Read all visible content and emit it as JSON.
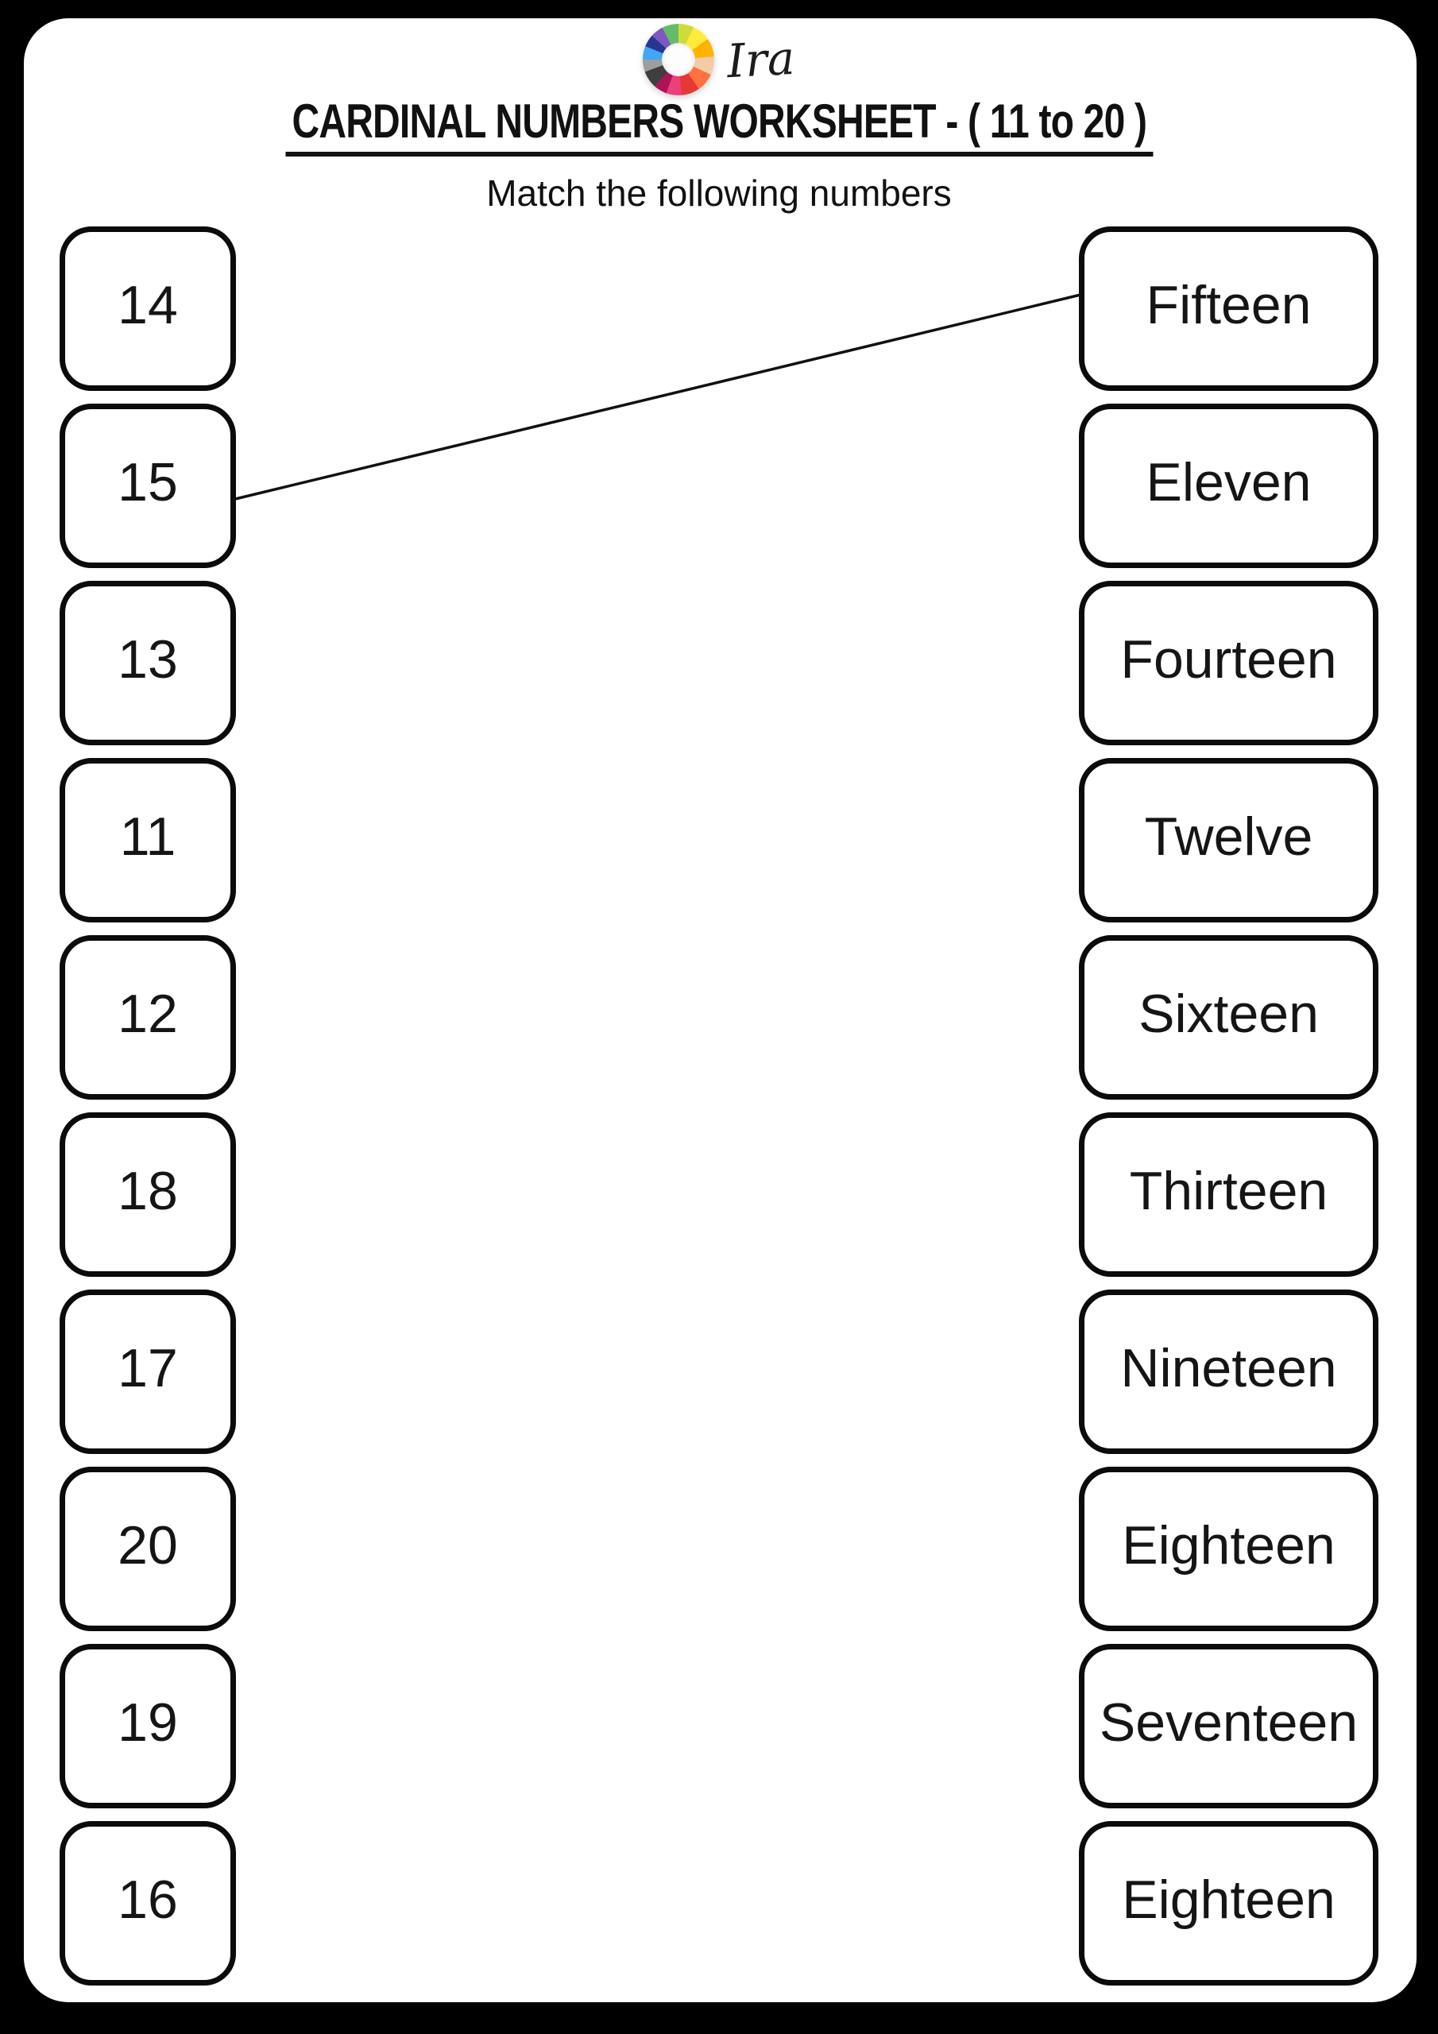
{
  "header": {
    "logo_text": "Ira",
    "title": "CARDINAL NUMBERS WORKSHEET - ( 11 to 20 )",
    "subtitle": "Match the following numbers"
  },
  "left_numbers": [
    "14",
    "15",
    "13",
    "11",
    "12",
    "18",
    "17",
    "20",
    "19",
    "16"
  ],
  "right_words": [
    "Fifteen",
    "Eleven",
    "Fourteen",
    "Twelve",
    "Sixteen",
    "Thirteen",
    "Nineteen",
    "Eighteen",
    "Seventeen",
    "Eighteen"
  ],
  "connection": {
    "from": "15",
    "to": "Fifteen"
  },
  "colors": {
    "background": "#000000",
    "paper": "#ffffff",
    "box_border": "#0b0b0b",
    "text": "#111111",
    "match_line": "#111111"
  }
}
